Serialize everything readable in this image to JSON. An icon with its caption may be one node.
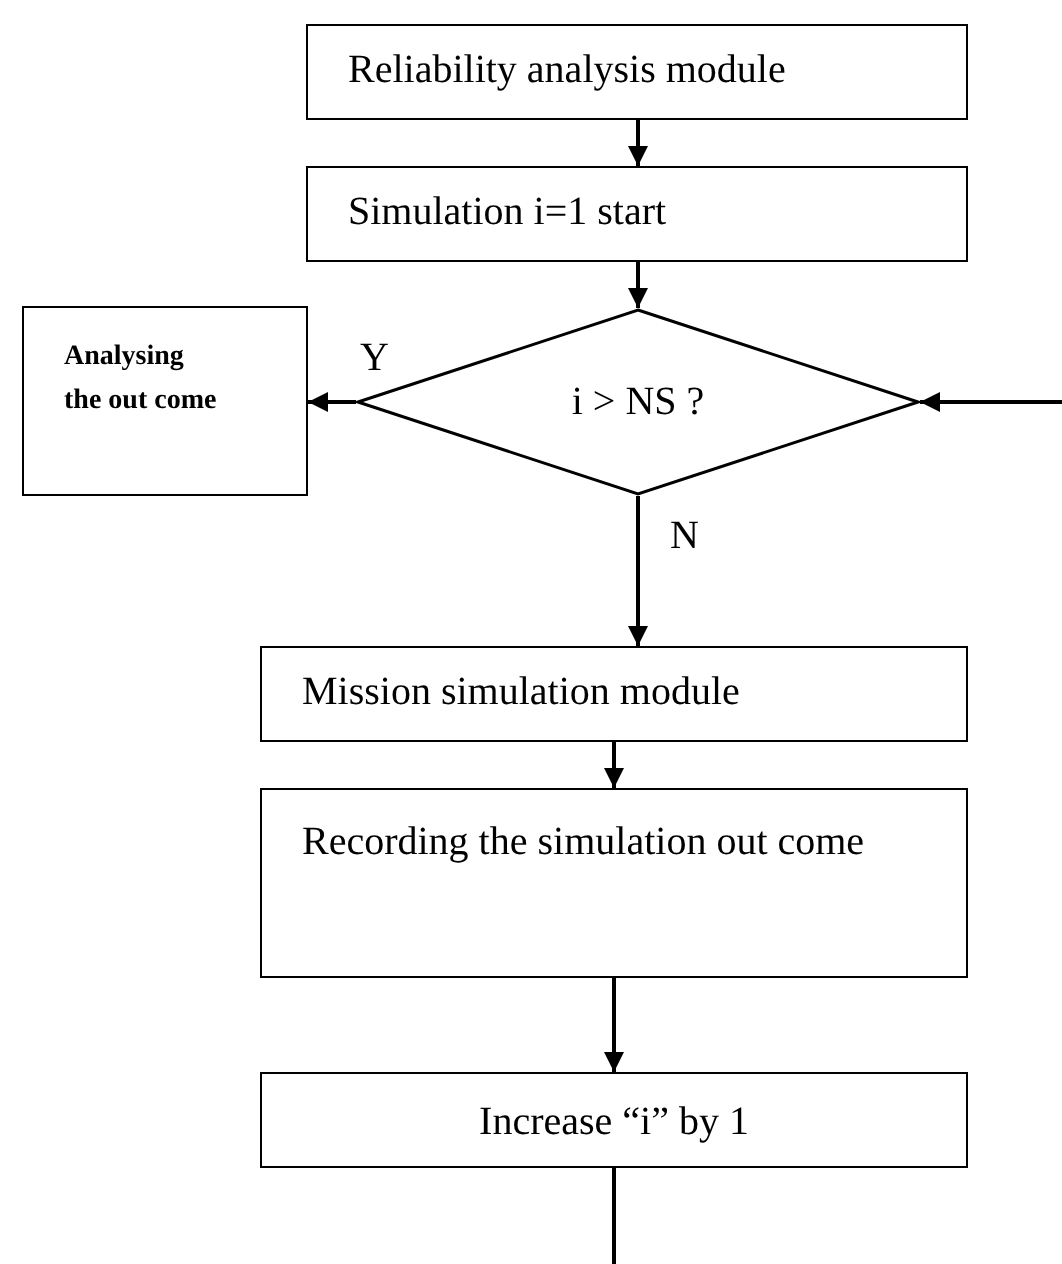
{
  "diagram": {
    "nodes": [
      {
        "text": [
          "Reliability analysis module"
        ]
      },
      {
        "text": [
          "Simulation i=1 start"
        ]
      },
      {
        "text": [
          "i > NS ?"
        ]
      },
      {
        "text": [
          "Analysing the out come"
        ]
      },
      {
        "text": [
          "Mission simulation module"
        ]
      },
      {
        "text": [
          "Recording the simulation out come"
        ]
      },
      {
        "text": [
          "Increase “i” by 1"
        ]
      }
    ],
    "edges": [
      {
        "from": 0,
        "to": 1,
        "arrow": "to"
      },
      {
        "from": 1,
        "to": 2,
        "arrow": "to"
      },
      {
        "from": 2,
        "to": 3,
        "arrow": "to",
        "label": "Y"
      },
      {
        "from": 2,
        "to": 4,
        "arrow": "to",
        "label": "N"
      },
      {
        "from": 4,
        "to": 5,
        "arrow": "to"
      },
      {
        "from": 5,
        "to": 6,
        "arrow": "to"
      },
      {
        "from": 6,
        "to": null,
        "arrow": "none"
      },
      {
        "from": null,
        "to": 2,
        "arrow": "to"
      }
    ]
  }
}
